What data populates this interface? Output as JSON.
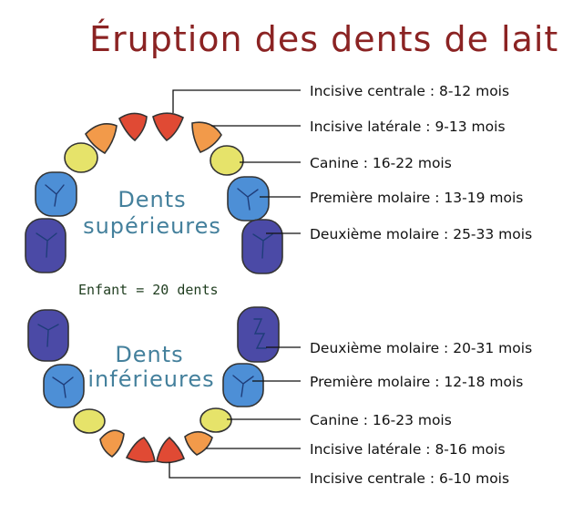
{
  "title": "Éruption des dents de lait",
  "upper": {
    "jaw_label_line1": "Dents",
    "jaw_label_line2": "supérieures",
    "labels": [
      "Incisive centrale : 8-12 mois",
      "Incisive latérale : 9-13 mois",
      "Canine : 16-22 mois",
      "Première molaire : 13-19 mois",
      "Deuxième molaire : 25-33 mois"
    ]
  },
  "middle_note": "Enfant = 20 dents",
  "lower": {
    "jaw_label_line1": "Dents",
    "jaw_label_line2": "inférieures",
    "labels": [
      "Deuxième molaire : 20-31 mois",
      "Première molaire : 12-18 mois",
      "Canine : 16-23 mois",
      "Incisive latérale : 8-16 mois",
      "Incisive centrale : 6-10 mois"
    ]
  },
  "colors": {
    "central_incisor": "#e04a34",
    "lateral_incisor": "#f29a4a",
    "canine": "#e6e36a",
    "first_molar": "#4d8fd6",
    "second_molar": "#4b4aa6",
    "title": "#8b2323",
    "jaw_label": "#44809c"
  }
}
